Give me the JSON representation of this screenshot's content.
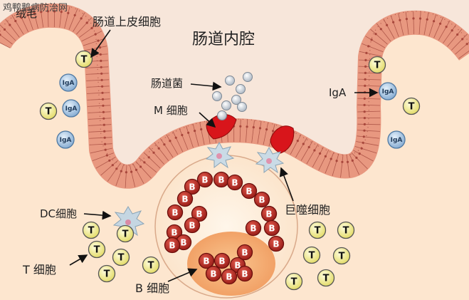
{
  "watermark": "鸡鸭鹅病防治网",
  "labels": {
    "villus": "绒毛",
    "epithelial_cell": "肠道上皮细胞",
    "lumen": "肠道内腔",
    "gut_bacteria": "肠道菌",
    "m_cell": "M 细胞",
    "iga": "IgA",
    "dc_cell": "DC细胞",
    "macrophage": "巨噬细胞",
    "t_cell": "T 细胞",
    "b_cell": "B 细胞"
  },
  "cell_letters": {
    "t": "T",
    "b": "B",
    "iga": "IgA"
  },
  "colors": {
    "background": "#f7e6da",
    "epithelium": "#e89880",
    "epithelium_outline": "#b0584a",
    "lamina": "#fbe0c8",
    "t_cell_fill": "#f3f0a0",
    "b_cell_fill": "#c0392b",
    "iga_fill": "#a9c9e6",
    "m_cell": "#d8151b",
    "follicle_core": "#f6b27a"
  }
}
